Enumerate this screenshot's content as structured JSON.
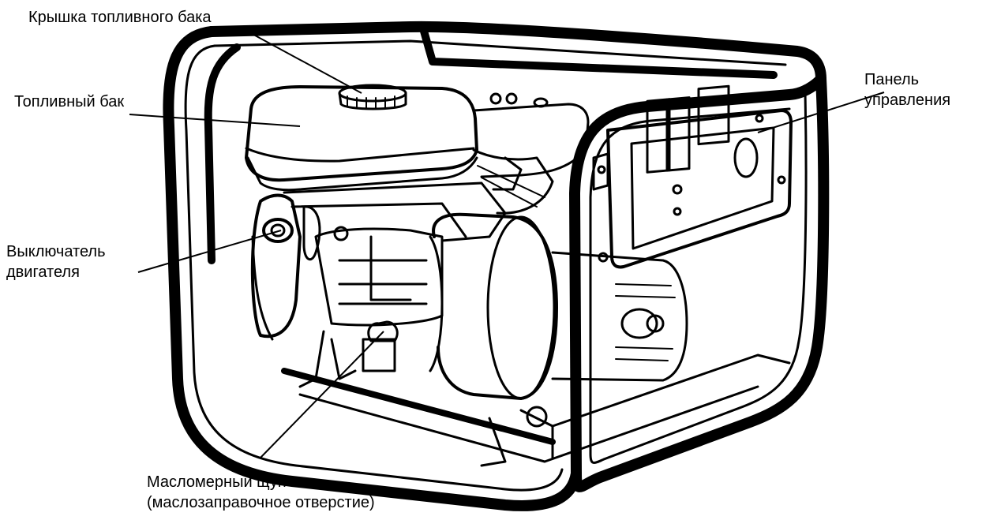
{
  "labels": {
    "fuel_cap": "Крышка топливного бака",
    "fuel_tank": "Топливный бак",
    "control_panel": [
      "Панель",
      "управления"
    ],
    "engine_switch": [
      "Выключатель",
      "двигателя"
    ],
    "dipstick": [
      "Масломерный щуп",
      "(маслозаправочное отверстие)"
    ]
  },
  "colors": {
    "line": "#000000",
    "background": "#ffffff"
  }
}
